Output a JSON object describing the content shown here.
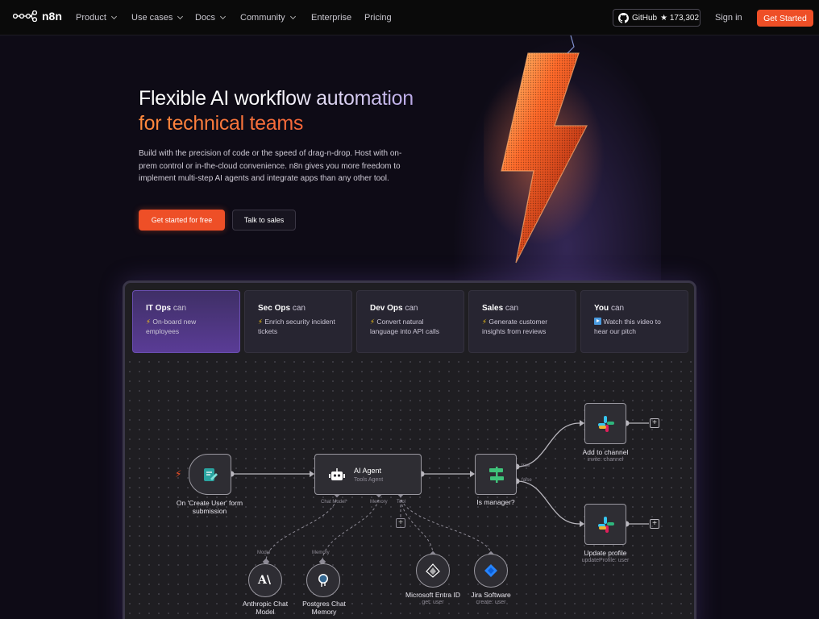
{
  "nav": {
    "logo_text": "n8n",
    "items": [
      {
        "label": "Product",
        "has_dropdown": true
      },
      {
        "label": "Use cases",
        "has_dropdown": true
      },
      {
        "label": "Docs",
        "has_dropdown": true
      },
      {
        "label": "Community",
        "has_dropdown": true
      },
      {
        "label": "Enterprise",
        "has_dropdown": false
      },
      {
        "label": "Pricing",
        "has_dropdown": false
      }
    ],
    "github_label": "GitHub",
    "github_stars": "★ 173,302",
    "sign_in": "Sign in",
    "get_started": "Get Started"
  },
  "hero": {
    "title_line1": "Flexible AI workflow automation",
    "title_line2": "for technical teams",
    "description": "Build with the precision of code or the speed of drag-n-drop. Host with on-prem control or in-the-cloud convenience. n8n gives you more freedom to implement multi-step AI agents and integrate apps than any other tool.",
    "cta_primary": "Get started for free",
    "cta_secondary": "Talk to sales"
  },
  "tabs": [
    {
      "role": "IT Ops",
      "can": "can",
      "desc": "On-board new employees",
      "active": true,
      "icon": "lightning-icon"
    },
    {
      "role": "Sec Ops",
      "can": "can",
      "desc": "Enrich security incident tickets",
      "active": false,
      "icon": "lightning-icon"
    },
    {
      "role": "Dev Ops",
      "can": "can",
      "desc": "Convert natural language into API calls",
      "active": false,
      "icon": "lightning-icon"
    },
    {
      "role": "Sales",
      "can": "can",
      "desc": "Generate customer insights from reviews",
      "active": false,
      "icon": "lightning-icon"
    },
    {
      "role": "You",
      "can": "can",
      "desc": "Watch this video to hear our pitch",
      "active": false,
      "icon": "play-icon"
    }
  ],
  "workflow": {
    "trigger": {
      "label": "On 'Create User' form submission"
    },
    "agent": {
      "title": "AI Agent",
      "subtitle": "Tools Agent",
      "ports": [
        "Chat Model*",
        "Memory",
        "Tool"
      ]
    },
    "switch": {
      "label": "Is manager?",
      "ports": [
        "true",
        "false"
      ]
    },
    "slack1": {
      "label": "Add to channel",
      "sub": "invite: channel"
    },
    "slack2": {
      "label": "Update profile",
      "sub": "updateProfile: user"
    },
    "model": {
      "label": "Anthropic Chat Model",
      "port": "Model"
    },
    "memory": {
      "label": "Postgres Chat Memory",
      "port": "Memory"
    },
    "entra": {
      "label": "Microsoft Entra ID",
      "sub": "get: user"
    },
    "jira": {
      "label": "Jira Software",
      "sub": "create: user"
    }
  },
  "colors": {
    "accent": "#ee4f27",
    "brand_purple": "#5a3c96",
    "background": "#0e0b16",
    "canvas": "#1f1e22"
  }
}
